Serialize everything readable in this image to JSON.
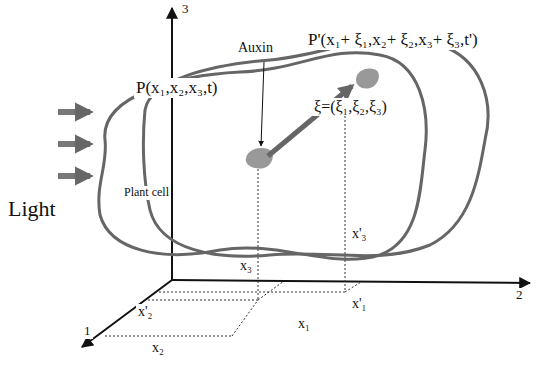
{
  "diagram": {
    "labels": [
      "3",
      "Auxin",
      "P'(x₁+ ξ₁,x₂+ ξ₂,x₃+ ξ₃,t')",
      "P(x₁,x₂,x₃,t)",
      "ξ=(ξ₁,ξ₂,ξ₃)",
      "Light",
      "Plant cell",
      "x'₃",
      "x₃",
      "2",
      "x'₁",
      "x'₂",
      "x₁",
      "1",
      "x₂"
    ]
  }
}
